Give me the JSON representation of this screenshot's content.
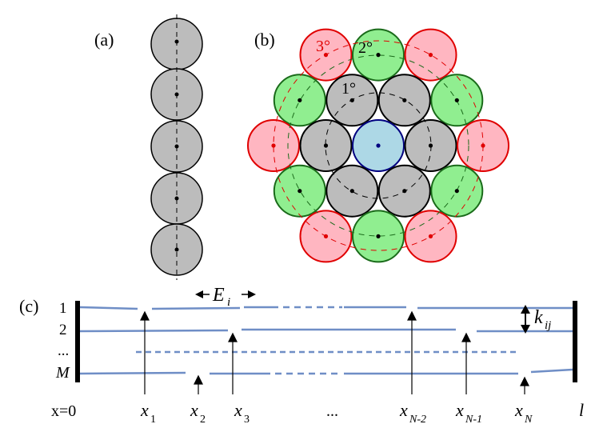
{
  "panels": {
    "a": "(a)",
    "b": "(b)",
    "c": "(c)"
  },
  "shell_labels": {
    "first": "1°",
    "second": "2°",
    "third": "3°"
  },
  "chain_labels": {
    "row_1": "1",
    "row_2": "2",
    "row_dots": "...",
    "row_M": "M",
    "energy": "E",
    "energy_sub": "i",
    "coupling": "k",
    "coupling_sub": "ij",
    "left_end": "x=0",
    "right_end": "l",
    "ellipsis": "..."
  },
  "positions": [
    {
      "base": "x",
      "sub": "1"
    },
    {
      "base": "x",
      "sub": "2"
    },
    {
      "base": "x",
      "sub": "3"
    },
    {
      "base": "x",
      "sub": "N-2"
    },
    {
      "base": "x",
      "sub": "N-1"
    },
    {
      "base": "x",
      "sub": "N"
    }
  ],
  "colors": {
    "gray_fill": "#bcbcbc",
    "blue_fill": "#add8e6",
    "blue_stroke": "#000080",
    "green_fill": "#90ee90",
    "green_stroke": "#1a6b1a",
    "red_fill": "#ffb6c1",
    "red_stroke": "#e00000",
    "line": "#6f8ec6"
  }
}
